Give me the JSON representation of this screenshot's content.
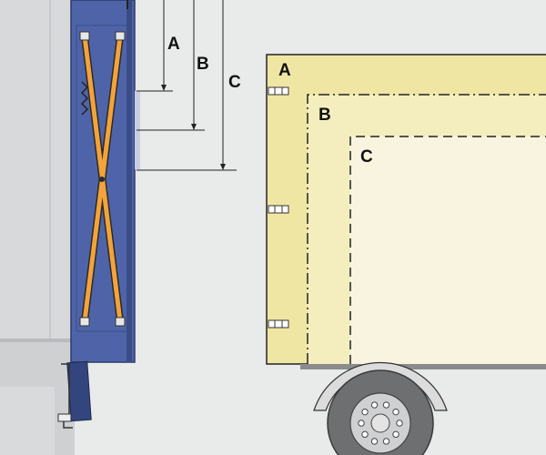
{
  "diagram": {
    "truck_sizes": [
      "A",
      "B",
      "C"
    ],
    "height_markers": [
      "A",
      "B",
      "C"
    ],
    "colors": {
      "background": "#e9eaea",
      "building": "#d6d7d8",
      "pit": "#c9cacb",
      "leveler_blue": "#4f64a8",
      "leveler_dark": "#33457d",
      "scissor_orange": "#f2a33a",
      "truck_a": "#f0e6a3",
      "truck_b": "#f4eebe",
      "truck_c": "#f8f4df",
      "tyre": "#6e6f71",
      "rim": "#cfd0d2"
    }
  }
}
